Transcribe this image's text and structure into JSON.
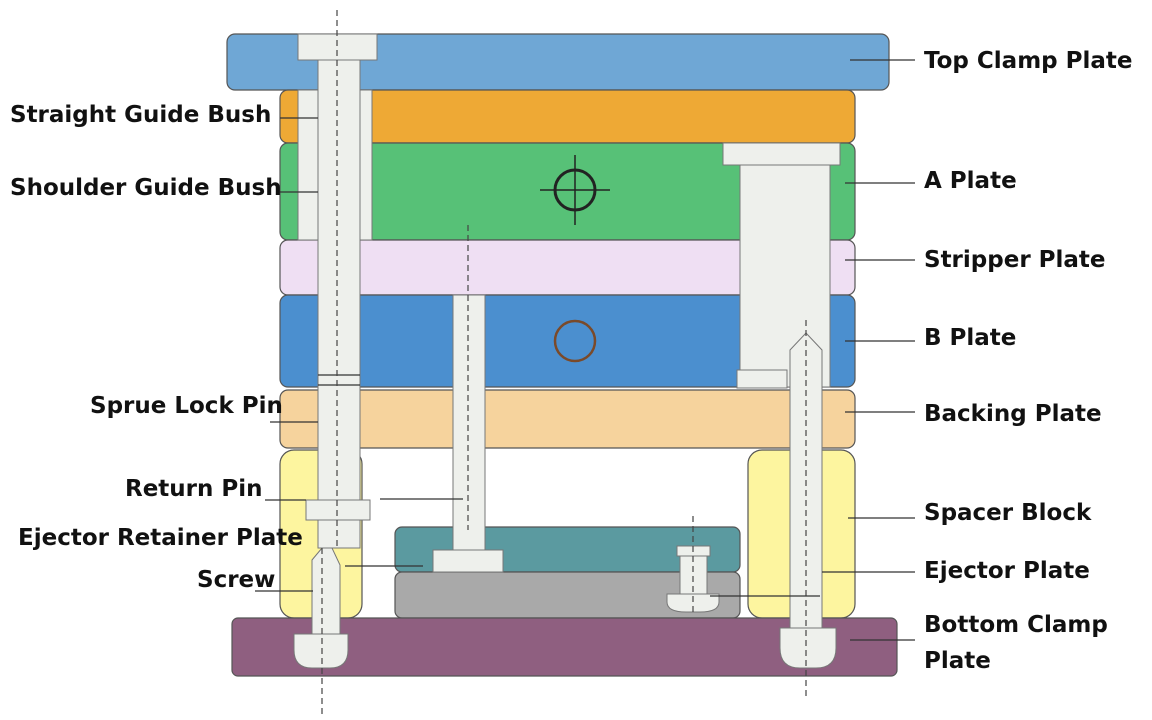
{
  "labels": {
    "top_clamp_plate": "Top Clamp Plate",
    "a_plate": "A Plate",
    "stripper_plate": "Stripper Plate",
    "b_plate": "B Plate",
    "backing_plate": "Backing Plate",
    "spacer_block": "Spacer Block",
    "ejector_plate": "Ejector Plate",
    "bottom_clamp_plate_1": "Bottom Clamp",
    "bottom_clamp_plate_2": "Plate",
    "straight_guide_bush": "Straight Guide Bush",
    "shoulder_guide_bush": "Shoulder Guide Bush",
    "sprue_lock_pin": "Sprue Lock Pin",
    "return_pin": "Return Pin",
    "ejector_retainer_plate": "Ejector Retainer Plate",
    "screw": "Screw"
  },
  "colors": {
    "top_clamp": "#6fa7d5",
    "guide_bush_plate": "#eea935",
    "a_plate": "#57c177",
    "stripper": "#efdff3",
    "b_plate": "#4b8fcf",
    "backing": "#f6d39d",
    "spacer": "#fdf59f",
    "retainer": "#5b9aa0",
    "ejector": "#a9a9a9",
    "bottom_clamp": "#8f5f80"
  }
}
